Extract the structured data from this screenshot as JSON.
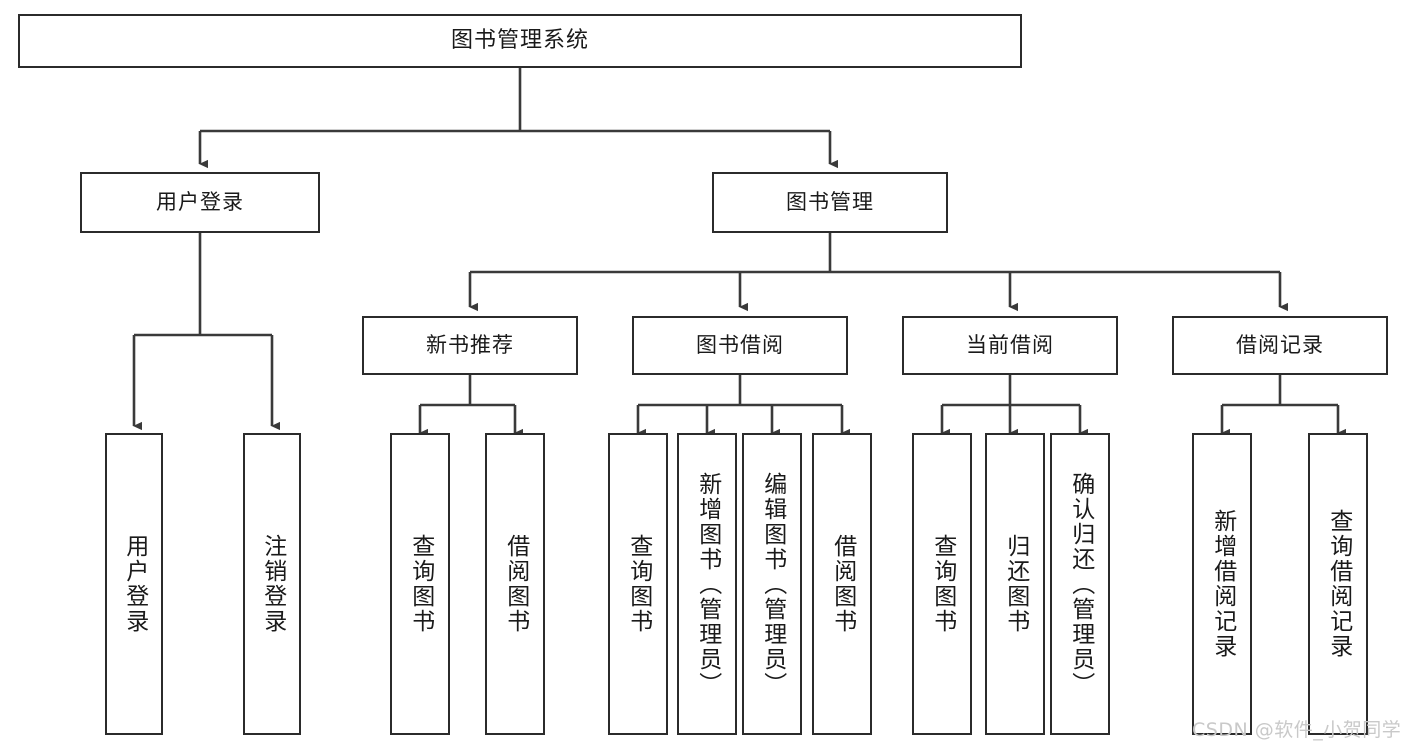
{
  "diagram": {
    "type": "tree",
    "title": "图书管理系统",
    "watermark": "CSDN @软件_小贺同学",
    "colors": {
      "box_border": "#2b2b2b",
      "box_fill": "#ffffff",
      "connector": "#3a3a3a",
      "text": "#1a1a1a",
      "watermark": "#c9c9c9"
    },
    "nodes": {
      "root": {
        "label": "图书管理系统"
      },
      "level2": [
        {
          "label": "用户登录"
        },
        {
          "label": "图书管理"
        }
      ],
      "level3": [
        {
          "label": "新书推荐"
        },
        {
          "label": "图书借阅"
        },
        {
          "label": "当前借阅"
        },
        {
          "label": "借阅记录"
        }
      ],
      "leaves": {
        "user_login": [
          {
            "label": "用户登录"
          },
          {
            "label": "注销登录"
          }
        ],
        "new_book_recommend": [
          {
            "label": "查询图书"
          },
          {
            "label": "借阅图书"
          }
        ],
        "book_borrow": [
          {
            "label": "查询图书"
          },
          {
            "label": "新增图书（管理员）"
          },
          {
            "label": "编辑图书（管理员）"
          },
          {
            "label": "借阅图书"
          }
        ],
        "current_borrow": [
          {
            "label": "查询图书"
          },
          {
            "label": "归还图书"
          },
          {
            "label": "确认归还（管理员）"
          }
        ],
        "borrow_record": [
          {
            "label": "新增借阅记录"
          },
          {
            "label": "查询借阅记录"
          }
        ]
      }
    }
  }
}
